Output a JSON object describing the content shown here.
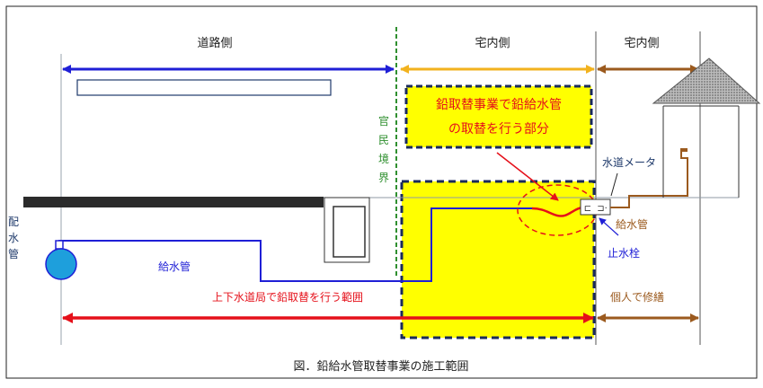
{
  "zones": {
    "road_side": "道路側",
    "premises_side_1": "宅内側",
    "premises_side_2": "宅内側"
  },
  "labels": {
    "distribution_main": [
      "配",
      "水",
      "管"
    ],
    "boundary": [
      "官",
      "民",
      "境",
      "界"
    ],
    "supply_pipe_left": "給水管",
    "supply_pipe_right": "給水管",
    "water_meter": "水道メータ",
    "stop_valve": "止水栓",
    "bureau_range": "上下水道局で鉛取替を行う範囲",
    "private_repair": "個人で修繕"
  },
  "callout": {
    "line1": "鉛取替事業で鉛給水管",
    "line2": "の取替を行う部分"
  },
  "caption": "図．鉛給水管取替事業の施工範囲",
  "colors": {
    "road_arrow": "#1f1fd6",
    "premises_arrow": "#f2b21e",
    "private_arrow": "#9b5a1e",
    "boundary_line": "#2f8f2f",
    "bureau_arrow": "#e5101a",
    "yellow_zone": "#ffff00",
    "dashed_border": "#1a2a5c",
    "callout_text": "#e5101a",
    "supply_pipe": "#1f1fd6",
    "lead_pipe": "#e5101a",
    "house_roof": "#8a8a8a"
  }
}
